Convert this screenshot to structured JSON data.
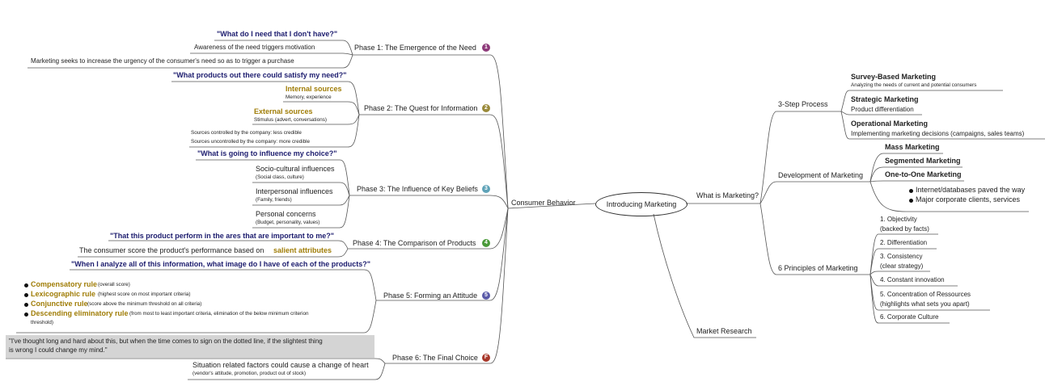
{
  "central": "Introducing Marketing",
  "right": {
    "what_is": "What is Marketing?",
    "three_step": "3-Step Process",
    "survey_title": "Survey-Based Marketing",
    "survey_sub": "Analyzing the needs of current and potential consumers",
    "strategic_title": "Strategic Marketing",
    "strategic_sub": "Product differentiation",
    "operational_title": "Operational Marketing",
    "operational_sub": "Implementing marketing decisions (campaigns, sales teams)",
    "development": "Development of Marketing",
    "mass": "Mass Marketing",
    "segmented": "Segmented Marketing",
    "one_to_one": "One-to-One Marketing",
    "internet": "Internet/databases paved the way",
    "major": "Major corporate clients, services",
    "six_principles": "6 Principles of Marketing",
    "p1a": "1. Objectivity",
    "p1b": "(backed by facts)",
    "p2": "2. Differentiation",
    "p3a": "3. Consistency",
    "p3b": "(clear strategy)",
    "p4": "4. Constant innovation",
    "p5a": "5. Concentration of Ressources",
    "p5b": "(highlights what sets you apart)",
    "p6": "6. Corporate Culture",
    "market_research": "Market Research"
  },
  "left": {
    "consumer_behavior": "Consumer Behavior",
    "phase1": "Phase 1: The Emergence of the Need",
    "phase1_q": "\"What do I need that I don't have?\"",
    "phase1_a": "Awareness of the need triggers motivation",
    "phase1_b": "Marketing seeks to increase the urgency of the consumer's need so as to trigger a purchase",
    "phase2": "Phase 2: The Quest for Information",
    "phase2_q": "\"What products out there could satisfy my need?\"",
    "internal": "Internal sources",
    "internal_sub": "Memory, experience",
    "external": "External sources",
    "external_sub": "Stimulus (advert, conversations)",
    "controlled": "Sources controlled by the company: less credible",
    "uncontrolled": "Sources uncontrolled by the company: more credible",
    "phase3": "Phase 3: The Influence of Key Beliefs",
    "phase3_q": "\"What is going to influence my choice?\"",
    "socio": "Socio-cultural influences",
    "socio_sub": "(Social class, culture)",
    "interpersonal": "Interpersonal influences",
    "interpersonal_sub": "(Family, friends)",
    "personal": "Personal concerns",
    "personal_sub": "(Budget, personality, values)",
    "phase4": "Phase 4: The Comparison of Products",
    "phase4_q": "\"That this product perform in the ares that are important to me?\"",
    "phase4_a": "The consumer score the product's performance based on",
    "salient": "salient attributes",
    "phase5": "Phase 5: Forming an Attitude",
    "phase5_q": "\"When I analyze all of this information, what image do I have of each of the products?\"",
    "comp": "Compensatory rule",
    "comp_sub": "(overall score)",
    "lex": "Lexicographic rule",
    "lex_sub": "(highest score on most important criteria)",
    "conj": "Conjunctive rule",
    "conj_sub": "(score above the minimum threshold on all criteria)",
    "desc": "Descending eliminatory rule",
    "desc_sub": "(from most to least important criteria, elimination of the below minimum criterion",
    "desc_sub2": "threshold)",
    "phase6": "Phase 6: The Final Choice",
    "phase6_quote_1": "\"I've thought long and hard about this, but when the time comes to sign on the dotted line, if the slightest thing",
    "phase6_quote_2": "is wrong I could change my mind.\"",
    "phase6_a": "Situation related factors could cause a change of heart",
    "phase6_sub": "(vendor's attitude, promotion, product out of stock)"
  },
  "phase_icons": [
    {
      "glyph": "1",
      "color": "#8e3a7a"
    },
    {
      "glyph": "2",
      "color": "#9a8a3a"
    },
    {
      "glyph": "3",
      "color": "#5fa3b8"
    },
    {
      "glyph": "4",
      "color": "#4a9a3a"
    },
    {
      "glyph": "5",
      "color": "#5a5aa8"
    },
    {
      "glyph": "F",
      "color": "#a8382a"
    }
  ],
  "colors": {
    "line": "#555555",
    "question": "#1c1c6e",
    "highlight": "#a07d07",
    "quote_bg": "#d4d4d4"
  }
}
